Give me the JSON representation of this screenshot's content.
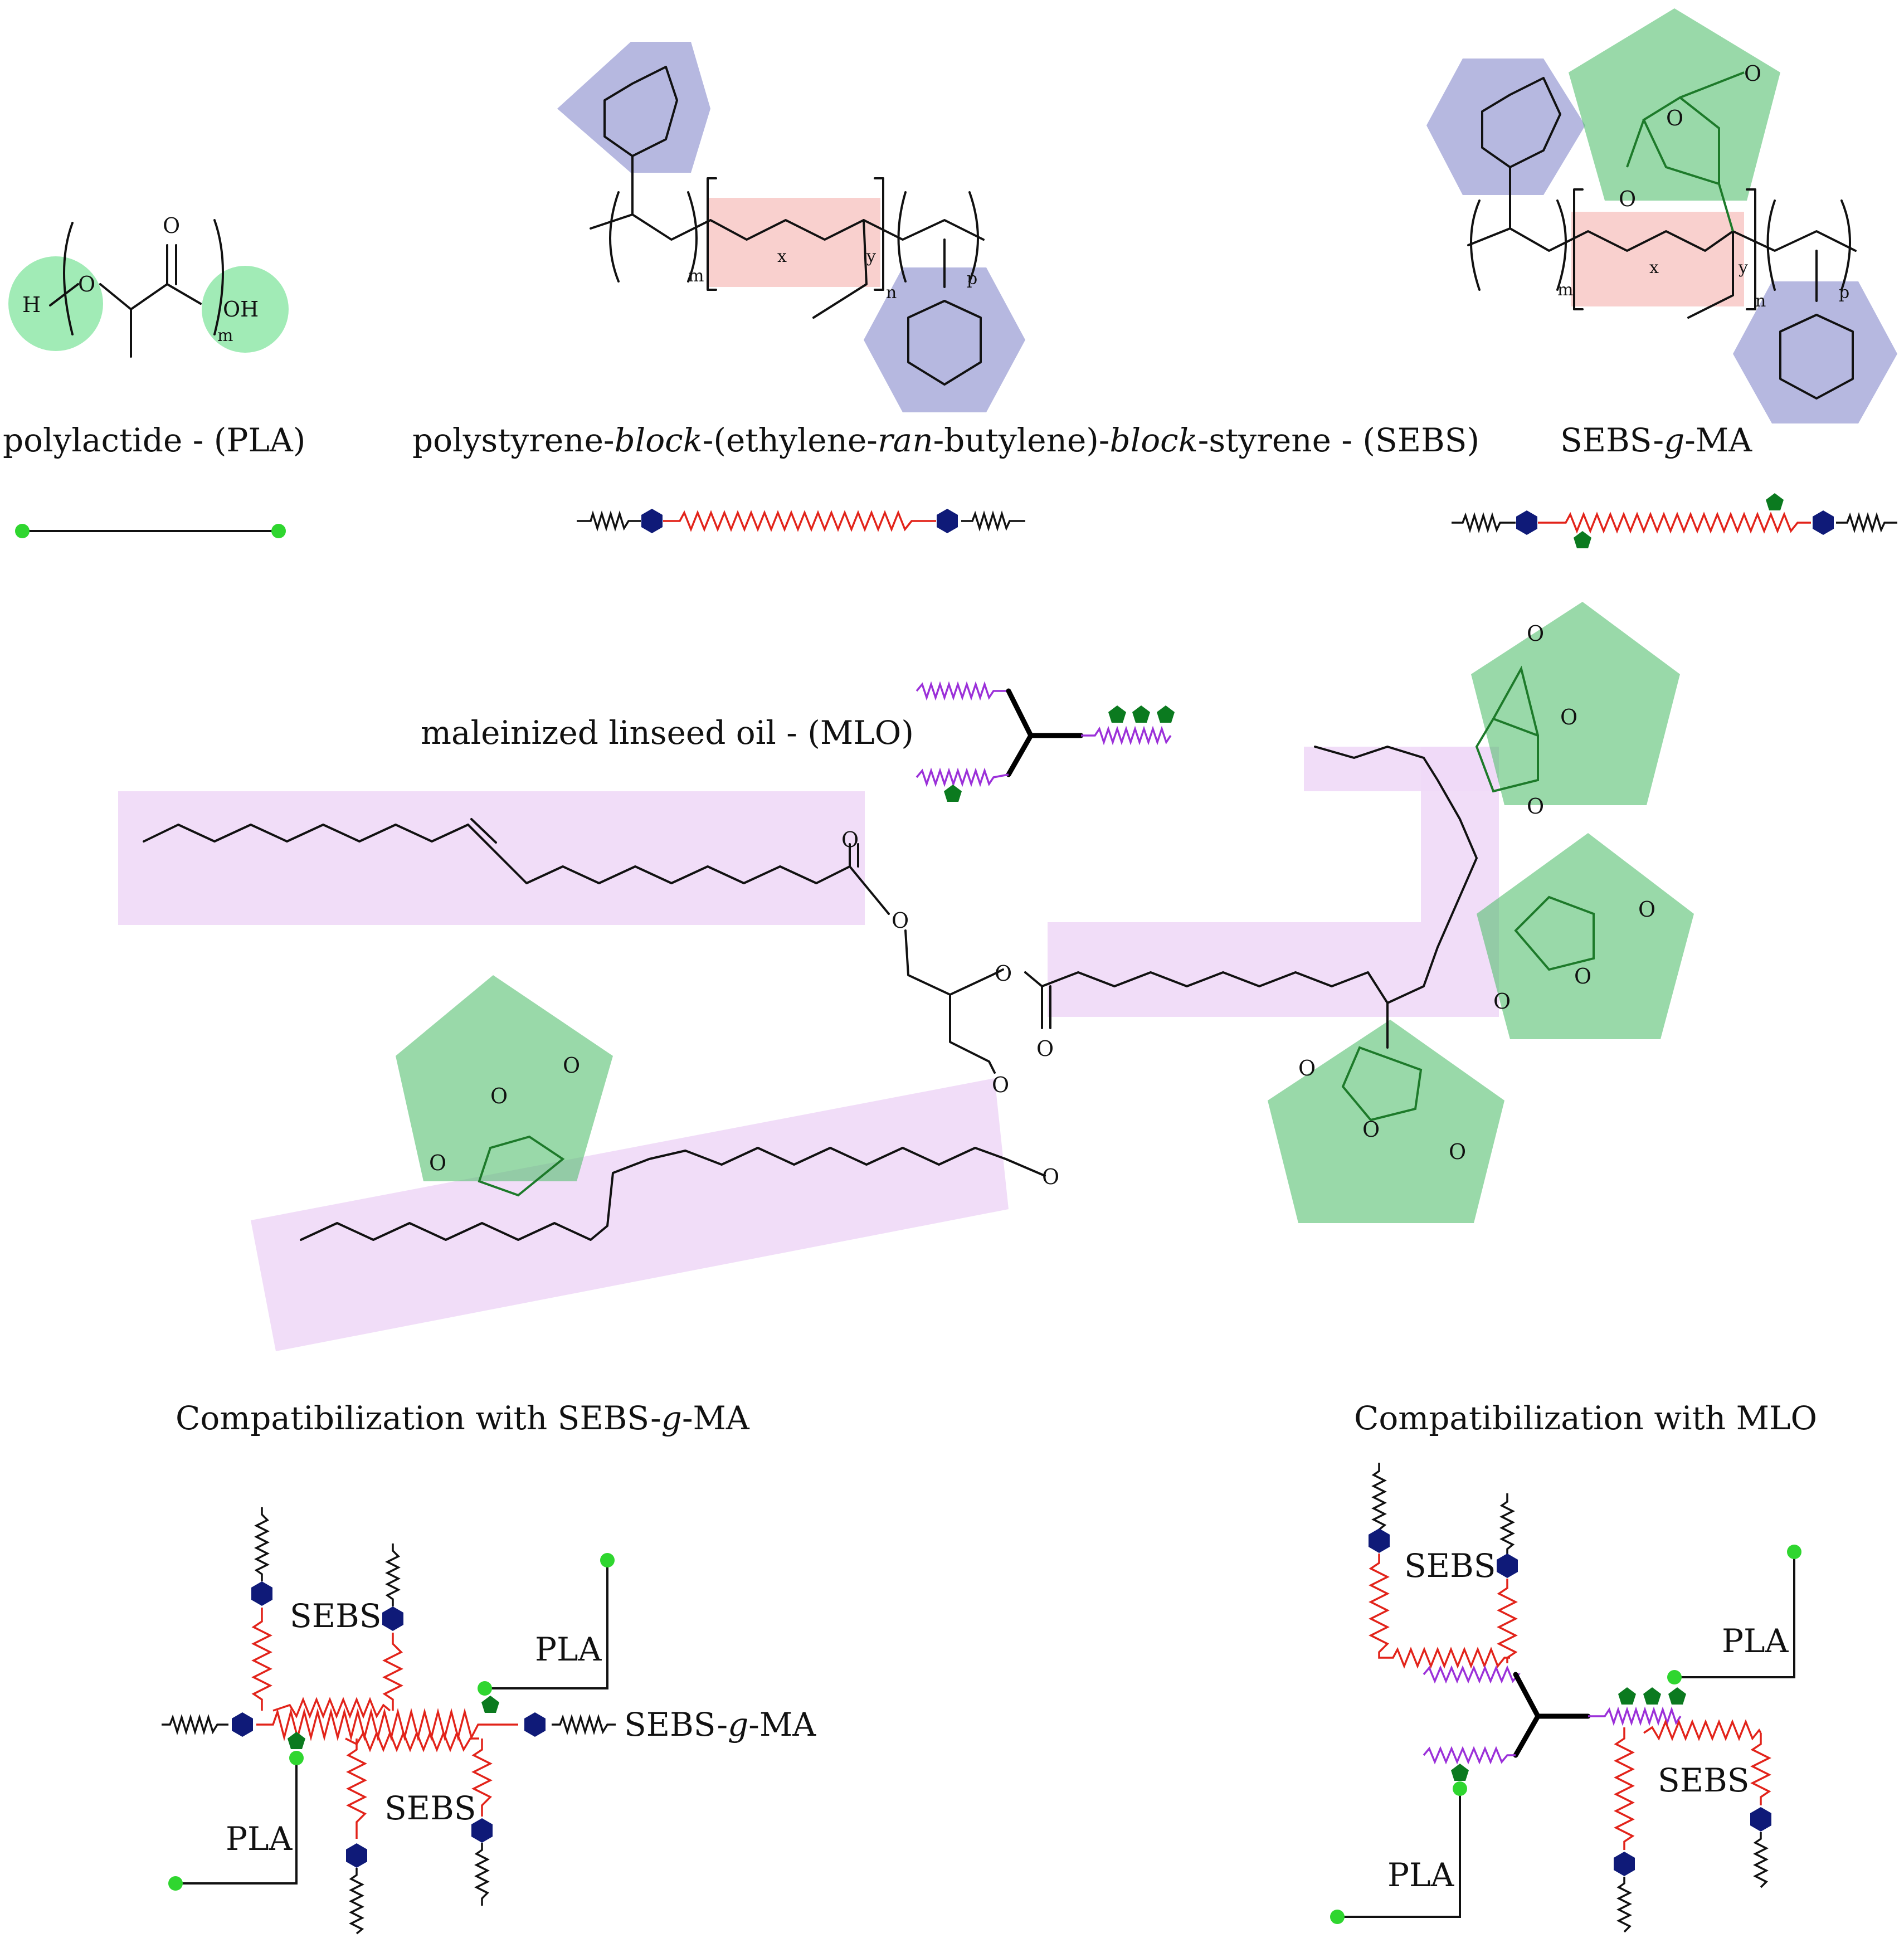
{
  "labels": {
    "pla_title": "polylactide - (PLA)",
    "sebs_title_1": "polystyrene-",
    "sebs_title_block1": "block",
    "sebs_title_2": "-(ethylene-",
    "sebs_title_ran": "ran",
    "sebs_title_3": "-butylene)-",
    "sebs_title_block2": "block",
    "sebs_title_4": "-styrene - (SEBS)",
    "sebsgma_title_1": "SEBS-",
    "sebsgma_title_g": "g",
    "sebsgma_title_2": "-MA",
    "mlo_title": "maleinized linseed oil - (MLO)",
    "compat_sebsgma_1": "Compatibilization with SEBS-",
    "compat_sebsgma_g": "g",
    "compat_sebsgma_2": "-MA",
    "compat_mlo": "Compatibilization with MLO"
  },
  "atoms": {
    "O": "O",
    "H": "H",
    "OH": "OH",
    "m": "m",
    "n": "n",
    "x": "x",
    "y": "y",
    "p": "p"
  },
  "diagram_labels": {
    "sebs": "SEBS",
    "pla": "PLA",
    "sebs_g_ma_1": "SEBS-",
    "sebs_g_ma_g": "g",
    "sebs_g_ma_2": "-MA"
  },
  "colors": {
    "pla_end": "#2fd62f",
    "styrene_block": "#0f1a78",
    "ethylene_butylene": "#e2231a",
    "maleic_anhydride": "#0b7a1f",
    "mlo_chain": "#9b30d9",
    "highlight_pink": "#f8c8c6",
    "highlight_purple": "#f0d9f7",
    "highlight_blue": "#8f92cf",
    "highlight_green": "#55c070"
  },
  "icons": [
    "hexagon-icon",
    "pentagon-icon",
    "dot-icon",
    "spring-icon"
  ]
}
